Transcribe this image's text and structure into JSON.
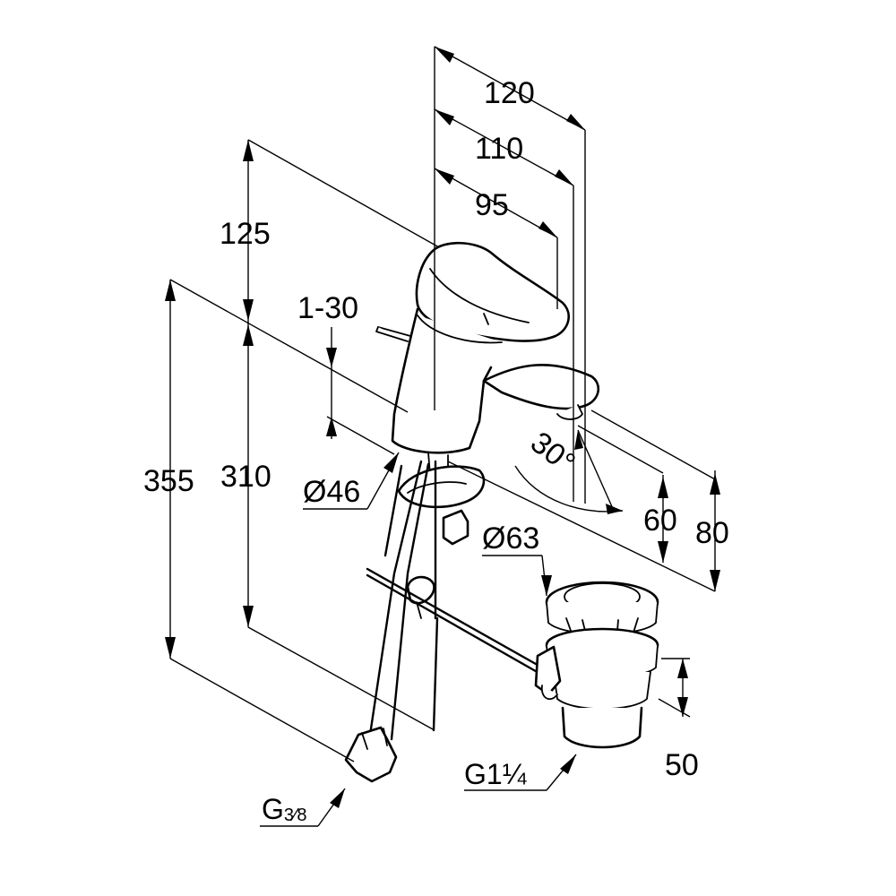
{
  "dimensions": {
    "width_120": "120",
    "width_110": "110",
    "width_95": "95",
    "height_125": "125",
    "angle_range": "1-30",
    "height_355": "355",
    "height_310": "310",
    "diameter_46": "Ø46",
    "angle_30": "30°",
    "height_60": "60",
    "height_80": "80",
    "diameter_63": "Ø63",
    "height_50": "50"
  },
  "threads": {
    "waste_thread": "G1¼",
    "supply_thread_prefix": "G",
    "supply_thread_fraction": "3⁄8"
  }
}
